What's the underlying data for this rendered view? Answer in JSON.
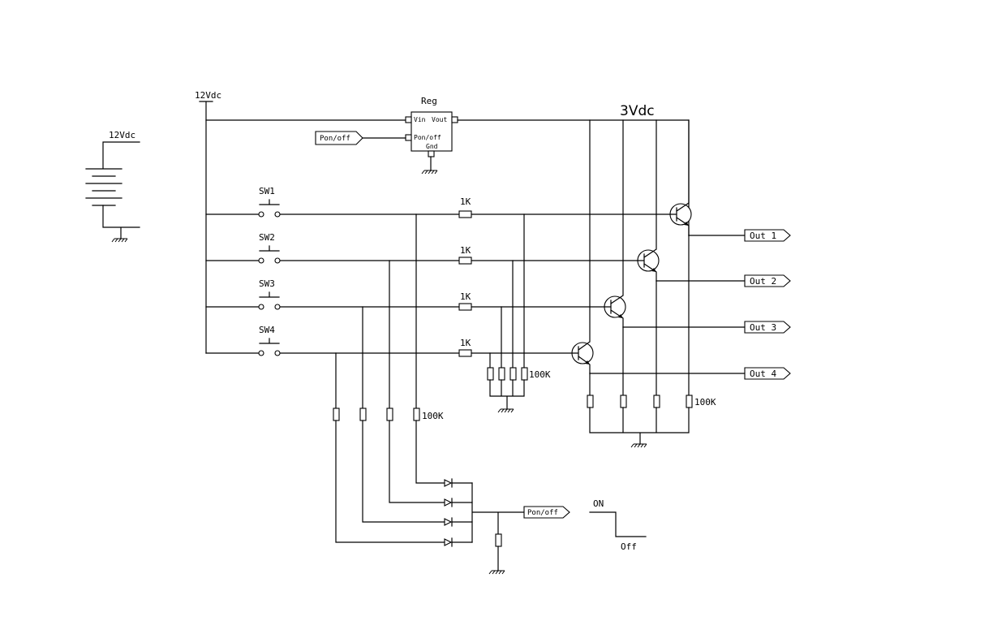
{
  "supply": {
    "battery_label": "12Vdc",
    "rail_label": "12Vdc",
    "out_rail_label": "3Vdc"
  },
  "regulator": {
    "title": "Reg",
    "pin_vin": "Vin",
    "pin_vout": "Vout",
    "pin_pon": "Pon/off",
    "pin_gnd": "Gnd"
  },
  "pon_tag_left": "Pon/off",
  "pon_tag_bottom": "Pon/off",
  "switches": [
    {
      "label": "SW1"
    },
    {
      "label": "SW2"
    },
    {
      "label": "SW3"
    },
    {
      "label": "SW4"
    }
  ],
  "base_resistors": [
    "1K",
    "1K",
    "1K",
    "1K"
  ],
  "pulldown_label": "100K",
  "diode_resistor_label": "100K",
  "emitter_resistor_label": "100K",
  "outputs": [
    {
      "label": "Out 1"
    },
    {
      "label": "Out 2"
    },
    {
      "label": "Out 3"
    },
    {
      "label": "Out 4"
    }
  ],
  "timing": {
    "on_label": "ON",
    "off_label": "Off"
  }
}
